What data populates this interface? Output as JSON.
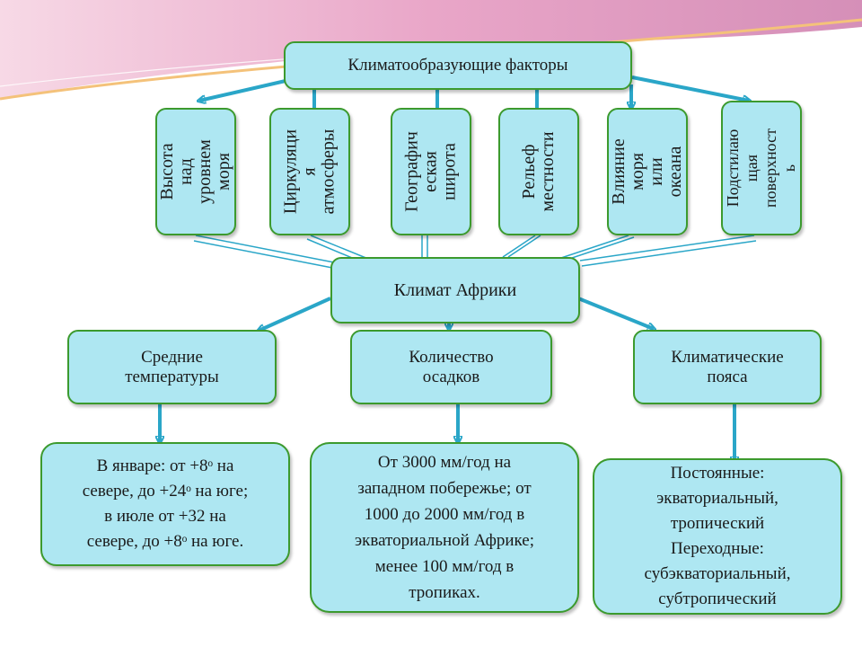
{
  "root": {
    "label": "Климатообразующие факторы"
  },
  "factors": [
    {
      "label": "Высота над\nуровнем\nморя"
    },
    {
      "label": "Циркуляци\nя\nатмосферы"
    },
    {
      "label": "Географич\nеская\nширота"
    },
    {
      "label": "Рельеф\nместности"
    },
    {
      "label": "Влияние\nморя или\nокеана"
    },
    {
      "label": "Подстилаю\nщая\nповерхност\nь"
    }
  ],
  "center": {
    "label": "Климат Африки"
  },
  "categories": [
    {
      "label": "Средние\nтемпературы"
    },
    {
      "label": "Количество\nосадков"
    },
    {
      "label": "Климатические\nпояса"
    }
  ],
  "details": [
    {
      "label": "В январе: от +8ᵒ на\nсевере, до +24ᵒ на юге;\nв июле от +32 на\nсевере, до +8ᵒ на юге."
    },
    {
      "label": "От 3000 мм/год на\nзападном побережье; от\n1000 до 2000 мм/год  в\nэкваториальной Африке;\nменее 100 мм/год в\nтропиках."
    },
    {
      "label": "Постоянные:\nэкваториальный,\nтропический\nПереходные:\nсубэкваториальный,\nсубтропический"
    }
  ],
  "colors": {
    "box_fill": "#aee7f2",
    "box_border": "#3c9a2e",
    "arrow": "#2aa6c8",
    "banner": "#e9a6c8"
  }
}
